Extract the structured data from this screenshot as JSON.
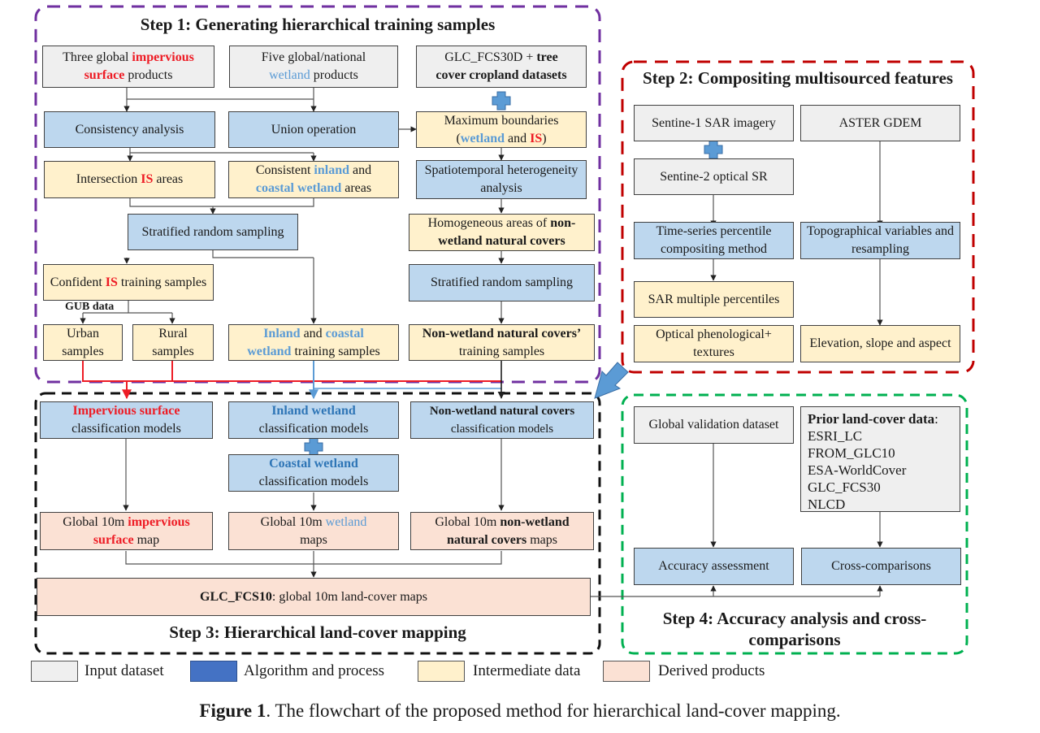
{
  "colors": {
    "input": "#efefef",
    "algorithm": "#bdd7ee",
    "intermediate": "#fff1cc",
    "derived": "#fbe1d4",
    "step1_border": "#7030a0",
    "step2_border": "#c00000",
    "step3_border": "#000000",
    "step4_border": "#00b050",
    "impervious_text": "#ee1c25",
    "wetland_text": "#5b9bd5",
    "plus_icon": "#5b9bd5"
  },
  "step1": {
    "title": "Step 1: Generating hierarchical training samples",
    "impervious_products": {
      "pre": "Three global ",
      "hl": "impervious",
      "hl2": "surface",
      "post": " products"
    },
    "wetland_products": {
      "pre": "Five global/national",
      "hl": "wetland",
      "post": " products"
    },
    "glc_fcs30d": {
      "pre": "GLC_FCS30D + ",
      "b1": "tree",
      "b2": "cover cropland datasets"
    },
    "consistency": "Consistency analysis",
    "union": "Union operation",
    "max_boundaries": {
      "line1": "Maximum boundaries",
      "open": "(",
      "wet": "wetland",
      "and": " and ",
      "is": "IS",
      "close": ")"
    },
    "intersection": {
      "pre": "Intersection ",
      "is": "IS",
      "post": " areas"
    },
    "consistent_wetland": {
      "pre": "Consistent ",
      "inland": "inland",
      "and": " and",
      "coastal": "coastal wetland",
      "post": " areas"
    },
    "spatiotemporal": "Spatiotemporal heterogeneity analysis",
    "stratified1": "Stratified random sampling",
    "homogeneous": {
      "pre": "Homogeneous areas of ",
      "bold1": "non-",
      "bold2": "wetland natural covers"
    },
    "confident_is": {
      "pre": "Confident ",
      "is": "IS",
      "post": " training samples"
    },
    "stratified2": "Stratified random sampling",
    "gub": "GUB data",
    "urban": "Urban samples",
    "rural": "Rural samples",
    "wetland_samples": {
      "inland": "Inland",
      "and": " and ",
      "coastal": "coastal",
      "wet": "wetland",
      "post": " training samples"
    },
    "nonwetland_samples": {
      "bold": "Non-wetland natural covers’",
      "post": "training samples"
    }
  },
  "step2": {
    "title": "Step 2: Compositing multisourced features",
    "s1": "Sentine-1  SAR imagery",
    "s2": "Sentine-2  optical SR",
    "aster": "ASTER GDEM",
    "timeseries": "Time-series percentile compositing method",
    "topo": "Topographical variables and resampling",
    "sar_pct": "SAR multiple percentiles",
    "optical": "Optical phenological+ textures",
    "elevation": "Elevation, slope and aspect"
  },
  "step3": {
    "title": "Step 3: Hierarchical land-cover mapping",
    "is_model": {
      "hl": "Impervious surface",
      "post": "classification models"
    },
    "inland_model": {
      "hl": "Inland wetland",
      "post": "classification models"
    },
    "coastal_model": {
      "hl": "Coastal wetland",
      "post": "classification models"
    },
    "nonwet_model": {
      "hl": "Non-wetland natural covers",
      "post": "classification models"
    },
    "is_map": {
      "pre": "Global 10m ",
      "hl1": "impervious",
      "hl2": "surface",
      "post": " map"
    },
    "wet_map": {
      "pre": "Global 10m ",
      "hl": "wetland",
      "post": "maps"
    },
    "nonwet_map": {
      "pre": "Global 10m ",
      "b1": "non-wetland",
      "b2": "natural covers",
      "post": " maps"
    },
    "glc_fcs10": {
      "bold": "GLC_FCS10",
      "post": ": global 10m land-cover maps"
    }
  },
  "step4": {
    "title_line1": "Step  4: Accuracy analysis and cross-",
    "title_line2": "comparisons",
    "validation": "Global validation dataset",
    "prior": {
      "title": "Prior land-cover data",
      "colon": ":",
      "items": [
        "ESRI_LC",
        "FROM_GLC10",
        "ESA-WorldCover",
        "GLC_FCS30",
        "NLCD"
      ]
    },
    "accuracy": "Accuracy assessment",
    "cross": "Cross-comparisons"
  },
  "legend": [
    {
      "label": "Input dataset",
      "color": "#efefef"
    },
    {
      "label": "Algorithm and process",
      "color": "#4472c4"
    },
    {
      "label": "Intermediate data",
      "color": "#fff1cc"
    },
    {
      "label": "Derived products",
      "color": "#fbe1d4"
    }
  ],
  "caption": {
    "bold": "Figure 1",
    "text": ". The flowchart of the proposed method for hierarchical land-cover mapping."
  }
}
